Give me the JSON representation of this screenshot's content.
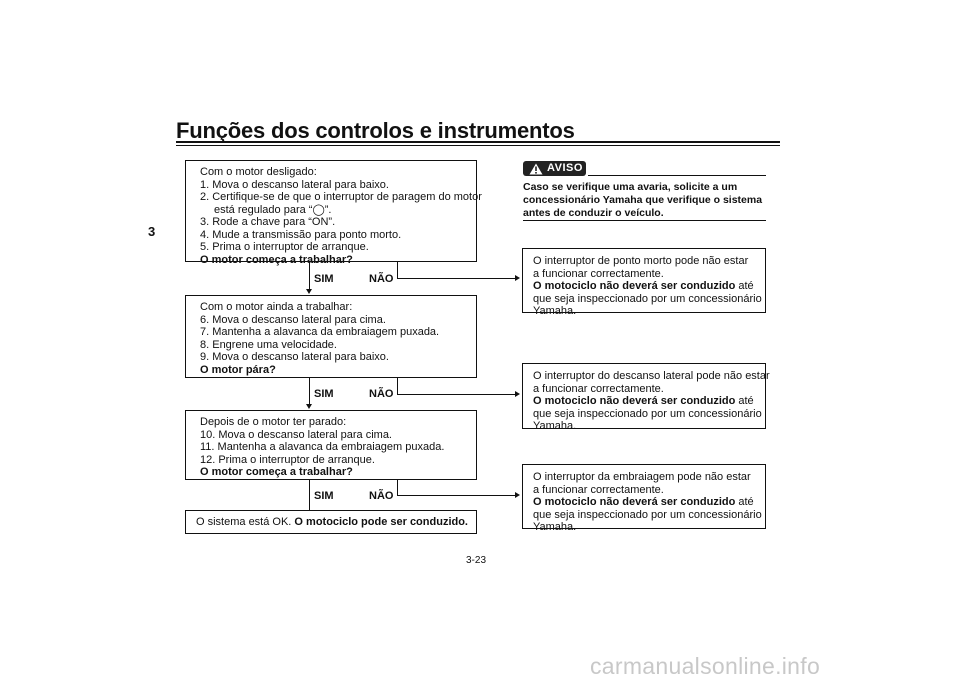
{
  "header": {
    "title": "Funções dos controlos e instrumentos",
    "chapter": "3"
  },
  "flow": {
    "step1": {
      "lines": [
        "Com o motor desligado:",
        "1. Mova o descanso lateral para baixo.",
        "2. Certifique-se de que o interruptor de paragem do motor",
        "está regulado para “◯”.",
        "3. Rode a chave para “ON”.",
        "4. Mude a transmissão para ponto morto.",
        "5. Prima o interruptor de arranque."
      ],
      "question": "O motor começa a trabalhar?"
    },
    "step2": {
      "lines": [
        "Com o motor ainda a trabalhar:",
        "6. Mova o descanso lateral para cima.",
        "7. Mantenha a alavanca da embraiagem puxada.",
        "8. Engrene uma velocidade.",
        "9. Mova o descanso lateral para baixo."
      ],
      "question": "O motor pára?"
    },
    "step3": {
      "lines": [
        "Depois de o motor ter parado:",
        "10. Mova o descanso lateral para cima.",
        "11. Mantenha a alavanca da embraiagem puxada.",
        "12. Prima o interruptor de arranque."
      ],
      "question": "O motor começa a trabalhar?"
    },
    "final": {
      "text": "O sistema está OK. ",
      "bold": "O motociclo pode ser conduzido."
    },
    "yes_label": "SIM",
    "no_label": "NÃO"
  },
  "aviso": {
    "label": "AVISO",
    "text": "Caso se verifique uma avaria, solicite a um concessionário Yamaha que verifique o sistema antes de conduzir o veículo."
  },
  "results": [
    {
      "line1": "O interruptor de ponto morto pode não estar",
      "line2": "a funcionar correctamente.",
      "bold": "O motociclo não deverá ser conduzido",
      "after": " até",
      "line4": "que seja inspeccionado por um concessionário",
      "line5": "Yamaha."
    },
    {
      "line1": "O interruptor do descanso lateral pode não estar",
      "line2": "a funcionar correctamente.",
      "bold": "O motociclo não deverá ser conduzido",
      "after": " até",
      "line4": "que seja inspeccionado por um concessionário",
      "line5": "Yamaha."
    },
    {
      "line1": "O interruptor da embraiagem pode não estar",
      "line2": "a funcionar correctamente.",
      "bold": "O motociclo não deverá ser conduzido",
      "after": " até",
      "line4": "que seja inspeccionado por um concessionário",
      "line5": "Yamaha."
    }
  ],
  "footer": {
    "page": "3-23",
    "watermark": "carmanualsonline.info"
  }
}
